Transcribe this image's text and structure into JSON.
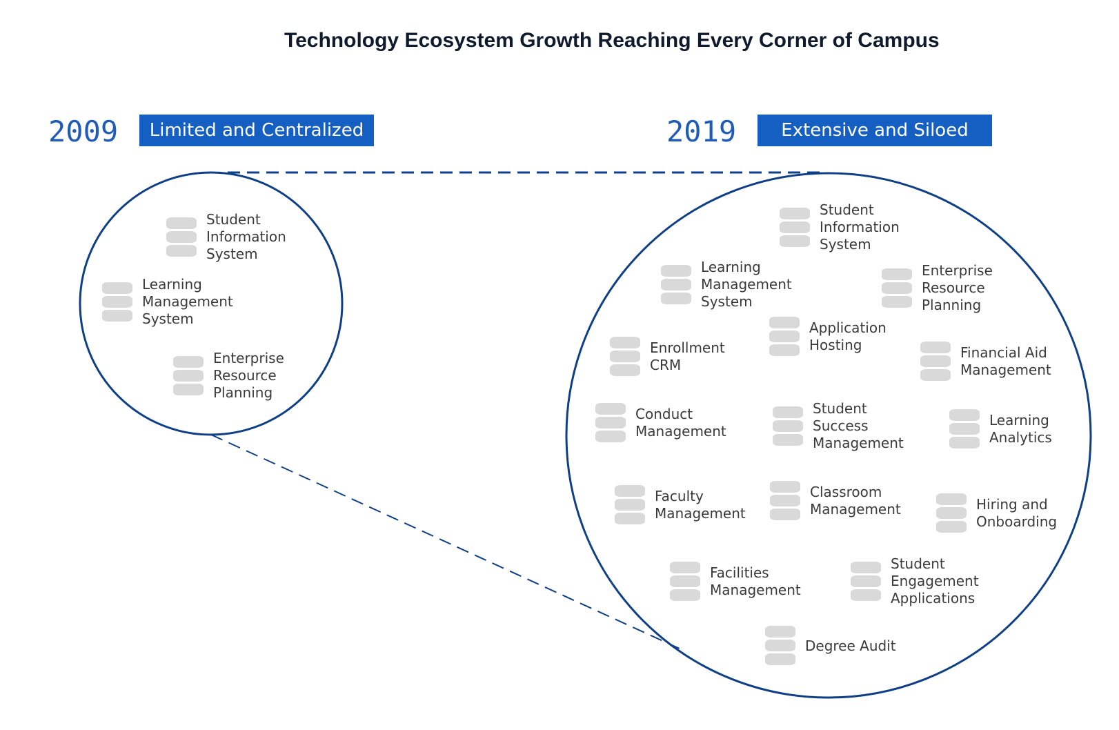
{
  "title": "Technology Ecosystem Growth Reaching Every Corner of Campus",
  "colors": {
    "accent": "#155fc3",
    "year_text": "#1f5cb8",
    "circle_stroke": "#0f3f86",
    "db_icon": "#d9d9d9",
    "label_text": "#3a3a3a"
  },
  "left": {
    "year": "2009",
    "badge": "Limited and Centralized",
    "items": [
      {
        "label": "Student\nInformation\nSystem",
        "icon": "database-icon"
      },
      {
        "label": "Learning\nManagement\nSystem",
        "icon": "database-icon"
      },
      {
        "label": "Enterprise\nResource\nPlanning",
        "icon": "database-icon"
      }
    ]
  },
  "right": {
    "year": "2019",
    "badge": "Extensive and Siloed",
    "items": [
      {
        "label": "Student\nInformation\nSystem",
        "icon": "database-icon"
      },
      {
        "label": "Learning\nManagement\nSystem",
        "icon": "database-icon"
      },
      {
        "label": "Enterprise\nResource\nPlanning",
        "icon": "database-icon"
      },
      {
        "label": "Application\nHosting",
        "icon": "database-icon"
      },
      {
        "label": "Enrollment\nCRM",
        "icon": "database-icon"
      },
      {
        "label": "Financial Aid\nManagement",
        "icon": "database-icon"
      },
      {
        "label": "Conduct\nManagement",
        "icon": "database-icon"
      },
      {
        "label": "Student\nSuccess\nManagement",
        "icon": "database-icon"
      },
      {
        "label": "Learning\nAnalytics",
        "icon": "database-icon"
      },
      {
        "label": "Faculty\nManagement",
        "icon": "database-icon"
      },
      {
        "label": "Classroom\nManagement",
        "icon": "database-icon"
      },
      {
        "label": "Hiring and\nOnboarding",
        "icon": "database-icon"
      },
      {
        "label": "Facilities\nManagement",
        "icon": "database-icon"
      },
      {
        "label": "Student\nEngagement\nApplications",
        "icon": "database-icon"
      },
      {
        "label": "Degree Audit",
        "icon": "database-icon"
      }
    ]
  }
}
